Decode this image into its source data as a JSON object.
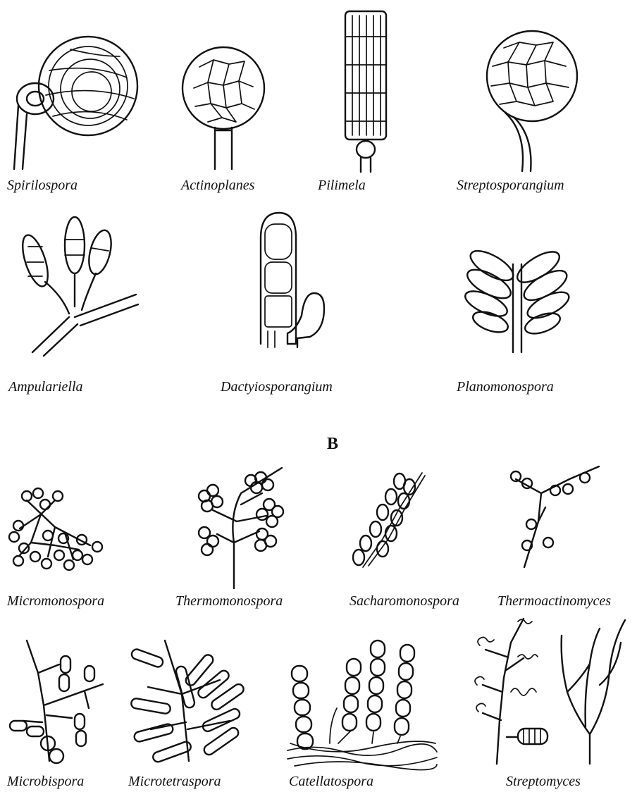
{
  "section_b": "B",
  "genera": {
    "spirilospora": "Spirilospora",
    "actinoplanes": "Actinoplanes",
    "pilimela": "Pilimela",
    "streptosporangium": "Streptosporangium",
    "ampulariella": "Ampulariella",
    "dactyiosporangium": "Dactyiosporangium",
    "planomonospora": "Planomonospora",
    "micromonospora": "Micromonospora",
    "thermomonospora": "Thermomonospora",
    "sacharomonospora": "Sacharomonospora",
    "thermoactinomyces": "Thermoactinomyces",
    "microbispora": "Microbispora",
    "microtetraspora": "Microtetraspora",
    "catellatospora": "Catellatospora",
    "streptomyces": "Streptomyces"
  }
}
